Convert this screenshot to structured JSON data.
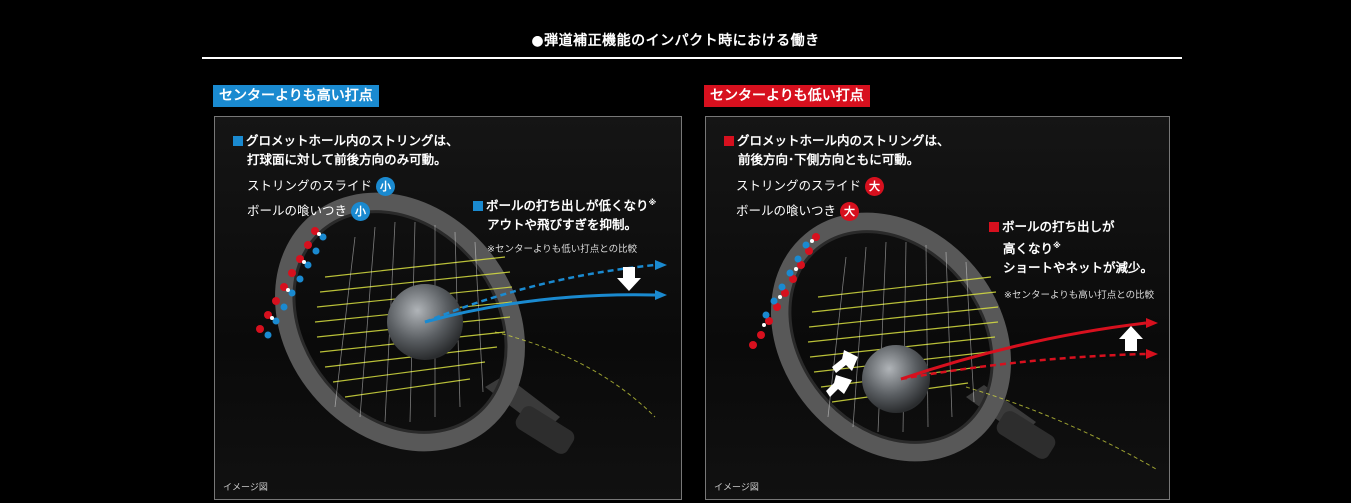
{
  "title": "●弾道補正機能のインパクト時における働き",
  "left": {
    "tag": "センターよりも高い打点",
    "desc_line1": "グロメットホール内のストリングは、",
    "desc_line2": "打球面に対して前後方向のみ可動。",
    "slide_label": "ストリングのスライド",
    "slide_value": "小",
    "bite_label": "ボールの喰いつき",
    "bite_value": "小",
    "effect_line1": "ボールの打ち出しが低くなり",
    "effect_mark": "※",
    "effect_line2": "アウトや飛びすぎを抑制。",
    "comparison_note": "※センターよりも低い打点との比較",
    "image_note": "イメージ図"
  },
  "right": {
    "tag": "センターよりも低い打点",
    "desc_line1": "グロメットホール内のストリングは、",
    "desc_line2": "前後方向･下側方向ともに可動。",
    "slide_label": "ストリングのスライド",
    "slide_value": "大",
    "bite_label": "ボールの喰いつき",
    "bite_value": "大",
    "effect_line1": "ボールの打ち出しが",
    "effect_line2": "高くなり",
    "effect_mark": "※",
    "effect_line3": "ショートやネットが減少。",
    "comparison_note": "※センターよりも高い打点との比較",
    "image_note": "イメージ図"
  },
  "colors": {
    "blue": "#1a8ad0",
    "red": "#d7101e",
    "string_yellow": "#d8e040"
  }
}
